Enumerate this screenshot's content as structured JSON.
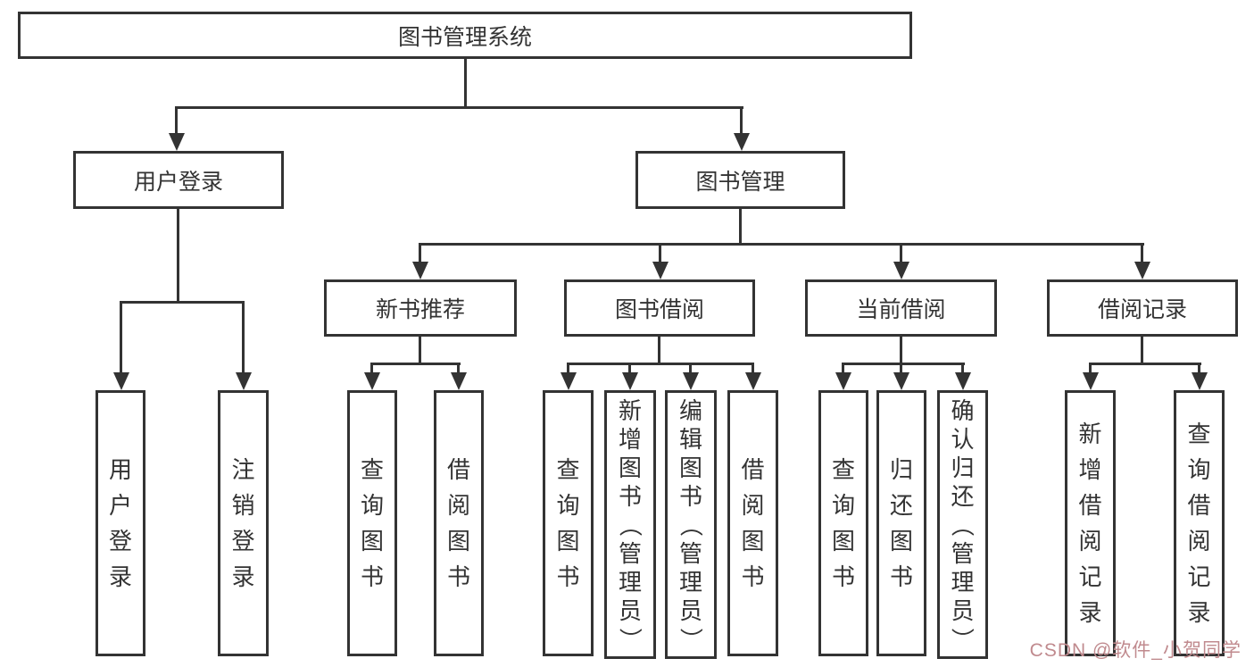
{
  "diagram": {
    "title": "图书管理系统",
    "watermark": "CSDN @软件_小贺同学",
    "colors": {
      "line": "#333333",
      "border": "#333333",
      "text": "#333333",
      "background": "#ffffff",
      "watermark": "#c08a8e"
    },
    "nodes": {
      "root": "图书管理系统",
      "user_login": "用户登录",
      "book_mgmt": "图书管理",
      "new_book_rec": "新书推荐",
      "book_borrow": "图书借阅",
      "current_borrow": "当前借阅",
      "borrow_record": "借阅记录",
      "ul_login": "用户登录",
      "ul_logout": "注销登录",
      "nbr_query": "查询图书",
      "nbr_borrow": "借阅图书",
      "bb_query": "查询图书",
      "bb_add": "新增图书（管理员）",
      "bb_edit": "编辑图书（管理员）",
      "bb_borrow": "借阅图书",
      "cb_query": "查询图书",
      "cb_return": "归还图书",
      "cb_confirm": "确认归还（管理员）",
      "br_add": "新增借阅记录",
      "br_query": "查询借阅记录"
    }
  }
}
